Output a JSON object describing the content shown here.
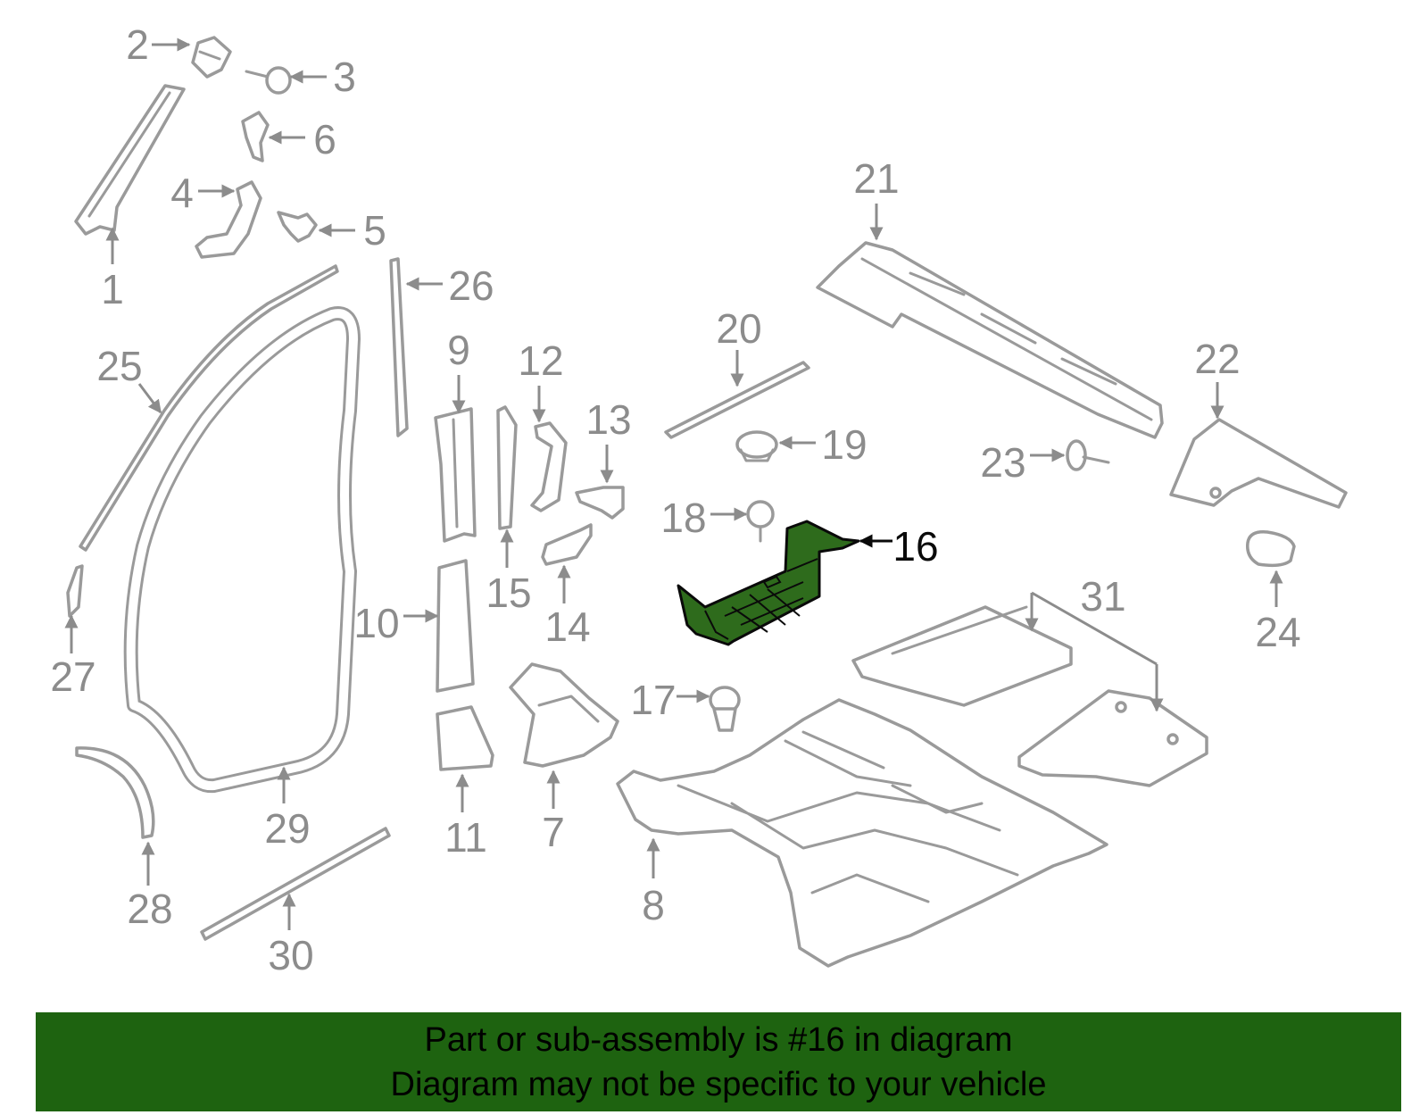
{
  "diagram": {
    "highlighted_part": "16",
    "callouts": [
      "1",
      "2",
      "3",
      "4",
      "5",
      "6",
      "7",
      "8",
      "9",
      "10",
      "11",
      "12",
      "13",
      "14",
      "15",
      "16",
      "17",
      "18",
      "19",
      "20",
      "21",
      "22",
      "23",
      "24",
      "25",
      "26",
      "27",
      "28",
      "29",
      "30",
      "31"
    ]
  },
  "colors": {
    "banner_bg": "#1e6310",
    "highlight_fill": "#2e6b1c",
    "line_gray": "#9a9a9a",
    "label_gray": "#8c8c8c"
  },
  "banner": {
    "line1": "Part or sub-assembly is #16 in diagram",
    "line2": "Diagram may not be specific to your vehicle"
  }
}
